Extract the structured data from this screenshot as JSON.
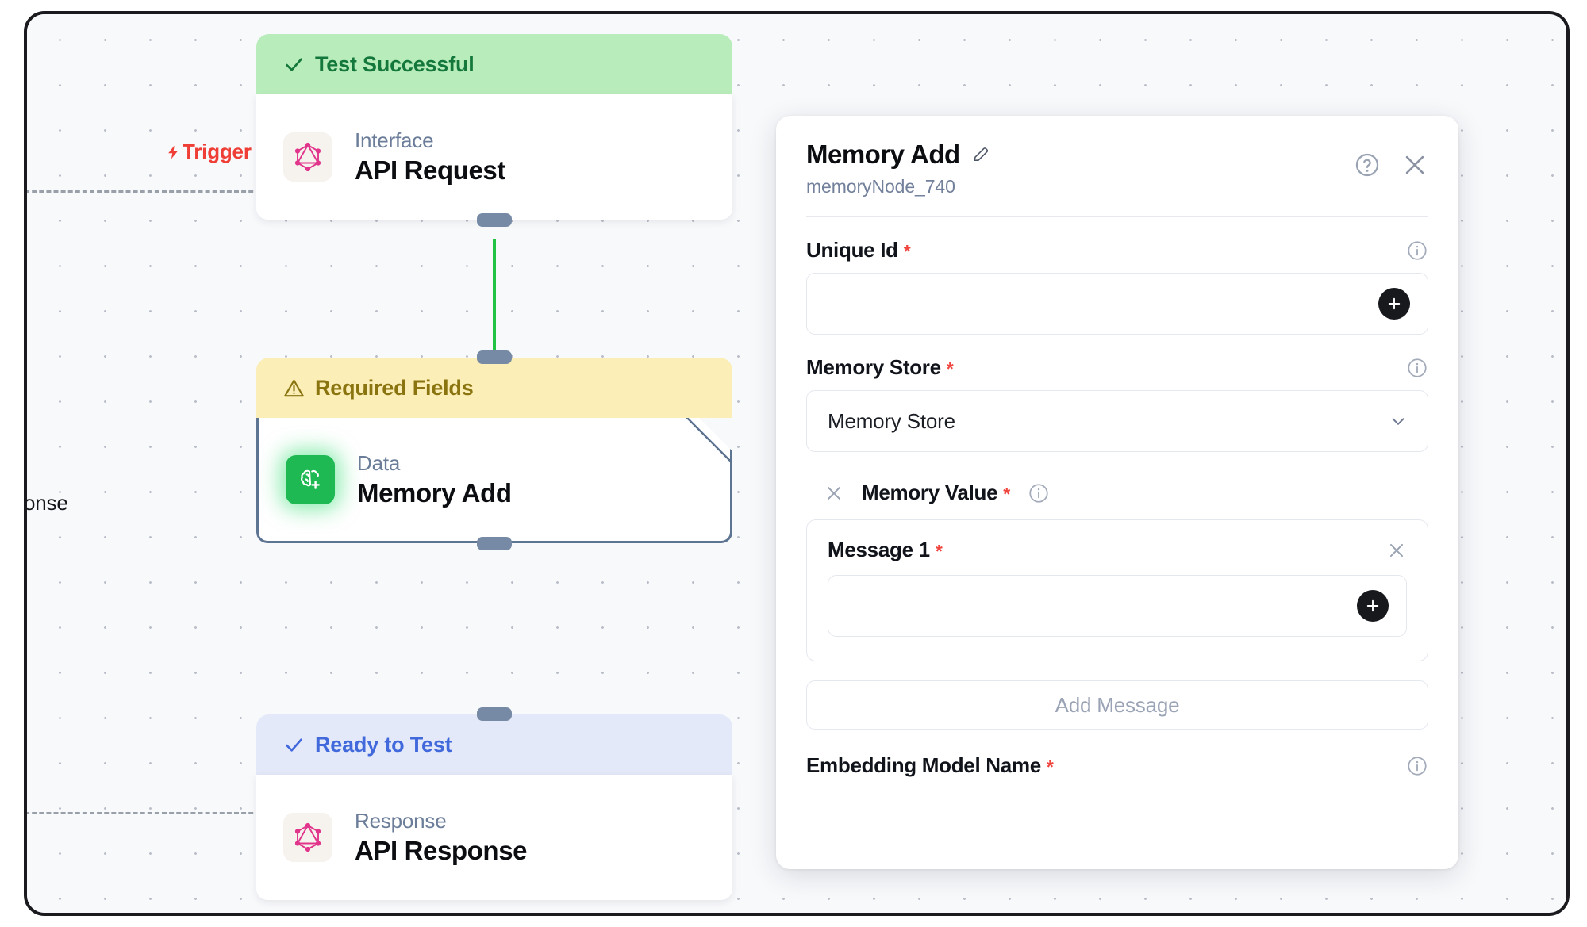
{
  "canvas": {
    "trigger_label": "Trigger",
    "trigger_icon": "lightning-bolt-icon",
    "response_edge_label": "onse",
    "nodes": [
      {
        "status": "Test Successful",
        "status_icon": "check-icon",
        "kind": "Interface",
        "title": "API Request",
        "icon": "graphql-icon"
      },
      {
        "status": "Required Fields",
        "status_icon": "warning-triangle-icon",
        "kind": "Data",
        "title": "Memory Add",
        "icon": "brain-plus-icon",
        "selected": true
      },
      {
        "status": "Ready to Test",
        "status_icon": "check-icon",
        "kind": "Response",
        "title": "API Response",
        "icon": "graphql-icon"
      }
    ]
  },
  "panel": {
    "title": "Memory Add",
    "edit_icon": "pencil-icon",
    "subtitle": "memoryNode_740",
    "help_icon": "help-circle-icon",
    "close_icon": "close-icon",
    "fields": {
      "unique_id": {
        "label": "Unique Id",
        "required_marker": "*",
        "value": "",
        "placeholder": "",
        "add_icon": "plus-icon",
        "info_icon": "info-icon"
      },
      "memory_store": {
        "label": "Memory Store",
        "required_marker": "*",
        "selected": "Memory Store",
        "chevron_icon": "chevron-down-icon",
        "info_icon": "info-icon"
      },
      "memory_value": {
        "label": "Memory Value",
        "required_marker": "*",
        "remove_icon": "close-icon",
        "info_icon": "info-icon",
        "messages": [
          {
            "label": "Message 1",
            "required_marker": "*",
            "value": "",
            "placeholder": "",
            "remove_icon": "close-icon",
            "add_icon": "plus-icon"
          }
        ],
        "add_message_label": "Add Message"
      },
      "embedding_model_name": {
        "label": "Embedding Model Name",
        "required_marker": "*",
        "info_icon": "info-icon"
      }
    }
  },
  "colors": {
    "success": "#b9ecbb",
    "success_text": "#14783c",
    "warning": "#fbeeb6",
    "warning_text": "#8a7410",
    "ready": "#e3e9f9",
    "ready_text": "#4169db",
    "trigger": "#ef3e36",
    "edge": "#22c242",
    "required": "#f0453e",
    "memory_icon": "#1fb954",
    "graphql_icon": "#e1348b"
  }
}
